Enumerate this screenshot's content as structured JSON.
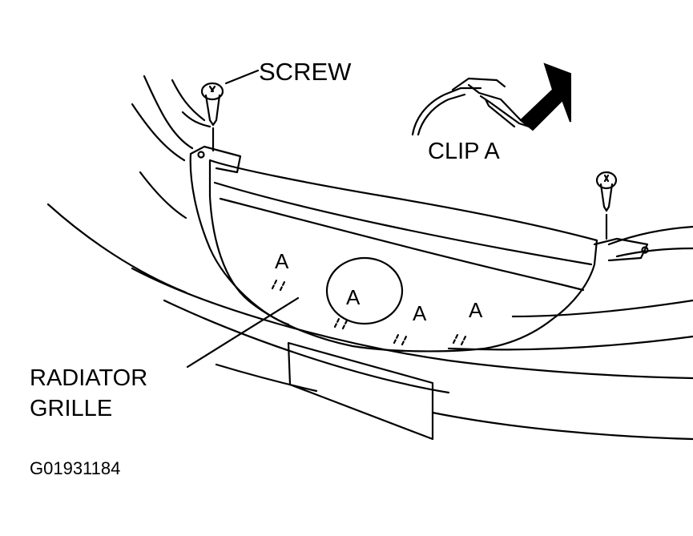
{
  "labels": {
    "screw": "SCREW",
    "clip": "CLIP A",
    "grille_line1": "RADIATOR",
    "grille_line2": "GRILLE",
    "figure_id": "G01931184"
  },
  "clip_markers": [
    "A",
    "A",
    "A",
    "A"
  ],
  "colors": {
    "ink": "#000000",
    "paper": "#ffffff"
  }
}
